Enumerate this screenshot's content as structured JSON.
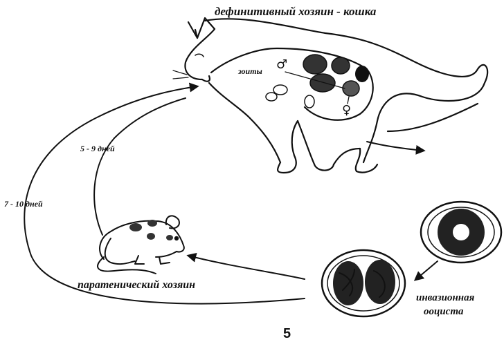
{
  "labels": {
    "definitive_host": "дефинитивный хозяин - кошка",
    "zoites": "зоиты",
    "paratenic_host": "паратенический хозяин",
    "invasive_oocyst_line1": "инвазионная",
    "invasive_oocyst_line2": "ооциста",
    "days_short": "5 - 9 дней",
    "days_long": "7 - 10 дней",
    "figure_number": "5"
  },
  "symbols": {
    "male": "♂",
    "female": "♀"
  }
}
